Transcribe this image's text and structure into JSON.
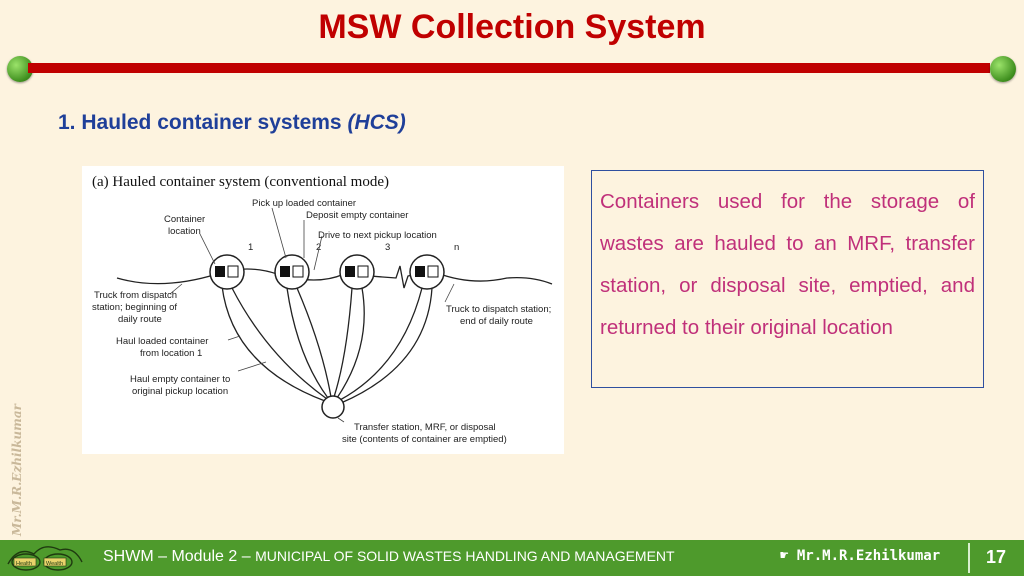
{
  "slide": {
    "title": "MSW Collection System",
    "subheading_main": "1. Hauled container systems ",
    "subheading_abbr": "(HCS)",
    "description": "Containers used for the storage of wastes are hauled to an MRF, transfer station, or disposal site, emptied, and returned to their original location",
    "watermark": "Mr.M.R.Ezhilkumar"
  },
  "figure": {
    "caption": "(a) Hauled container system (conventional mode)",
    "labels": {
      "container_location": [
        "Container",
        "location"
      ],
      "pick_up": "Pick up loaded container",
      "deposit": "Deposit empty container",
      "drive": "Drive to next pickup location",
      "truck_from": [
        "Truck from dispatch",
        "station; beginning of",
        "daily route"
      ],
      "truck_to": [
        "Truck to dispatch station;",
        "end of daily route"
      ],
      "haul_loaded": [
        "Haul loaded container",
        "from location 1"
      ],
      "haul_empty": [
        "Haul empty container to",
        "original pickup location"
      ],
      "transfer": [
        "Transfer station, MRF, or disposal",
        "site (contents of container are emptied)"
      ]
    },
    "location_numbers": [
      "1",
      "2",
      "3",
      "n"
    ]
  },
  "footer": {
    "course": "SHWM – Module 2 – ",
    "course_full": "MUNICIPAL OF SOLID WASTES HANDLING AND MANAGEMENT",
    "author": "Mr.M.R.Ezhilkumar",
    "page": "17",
    "logo_words": [
      "Health",
      "Wealth"
    ]
  },
  "colors": {
    "title": "#c00000",
    "rule": "#c00000",
    "subheading": "#1f3f99",
    "description": "#c0307a",
    "footer_bg": "#4e9a2c",
    "background": "#fdf3df"
  }
}
